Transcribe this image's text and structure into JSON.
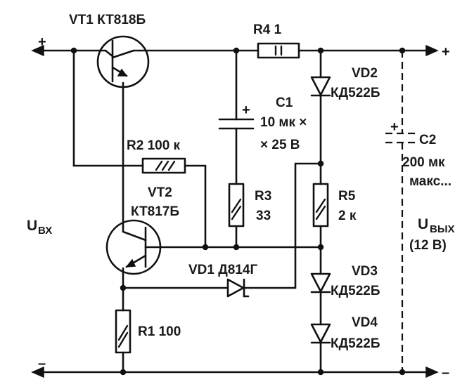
{
  "components": {
    "vt1": {
      "label": "VT1 КТ818Б"
    },
    "r4": {
      "label": "R4 1"
    },
    "vd2": {
      "ref": "VD2",
      "part": "КД522Б"
    },
    "c1": {
      "ref": "C1",
      "value_line1": "10 мк ×",
      "value_line2": "× 25 В"
    },
    "c2": {
      "ref": "C2",
      "value_line1": "200 мк",
      "value_line2": "макс..."
    },
    "r2": {
      "label": "R2 100 к"
    },
    "vt2": {
      "ref": "VT2",
      "part": "КТ817Б"
    },
    "r3": {
      "ref": "R3",
      "value": "33"
    },
    "r5": {
      "ref": "R5",
      "value": "2 к"
    },
    "vd1": {
      "label": "VD1 Д814Г"
    },
    "vd3": {
      "ref": "VD3",
      "part": "КД522Б"
    },
    "vd4": {
      "ref": "VD4",
      "part": "КД522Б"
    },
    "r1": {
      "label": "R1 100"
    }
  },
  "input": {
    "main": "U",
    "sub": "ВХ"
  },
  "output": {
    "main": "U",
    "sub": "ВЫХ",
    "note": "(12 В)"
  },
  "polarity": {
    "input_plus": "+",
    "output_plus": "+",
    "c1_plus": "+",
    "c2_plus": "+",
    "input_minus": "–",
    "output_minus": "–"
  }
}
